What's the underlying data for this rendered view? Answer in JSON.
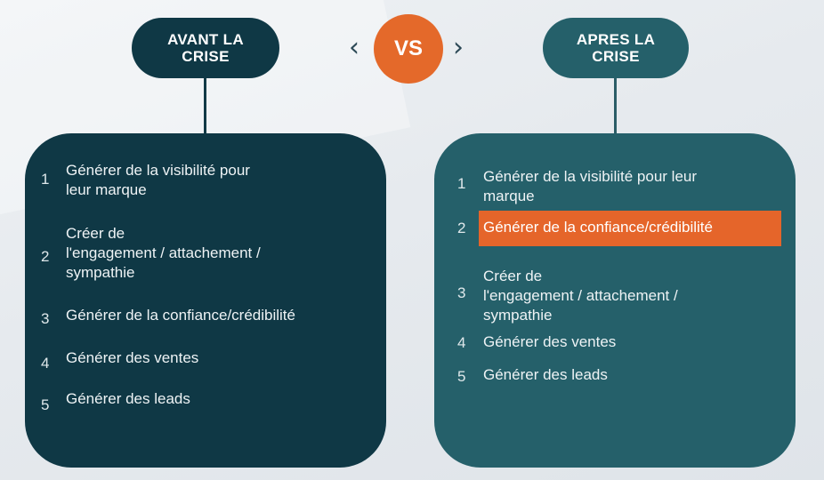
{
  "header": {
    "left_label": "AVANT LA\nCRISE",
    "right_label": "APRES LA\nCRISE",
    "vs_label": "VS",
    "prev_symbol": "‹",
    "next_symbol": "›"
  },
  "left_panel": {
    "items": [
      {
        "num": "1",
        "text": "Générer de la visibilité pour\nleur marque"
      },
      {
        "num": "2",
        "text": "Créer de\nl'engagement / attachement /\nsympathie"
      },
      {
        "num": "3",
        "text": "Générer de la confiance/crédibilité"
      },
      {
        "num": "4",
        "text": "Générer des ventes"
      },
      {
        "num": "5",
        "text": "Générer des leads"
      }
    ]
  },
  "right_panel": {
    "highlight_index": 2,
    "items": [
      {
        "num": "1",
        "text": "Générer de la visibilité pour leur\nmarque"
      },
      {
        "num": "2",
        "text": "Générer de la confiance/crédibilité"
      },
      {
        "num": "3",
        "text": "Créer de\nl'engagement / attachement /\n sympathie"
      },
      {
        "num": "4",
        "text": "Générer des ventes"
      },
      {
        "num": "5",
        "text": "Générer des leads"
      }
    ]
  },
  "colors": {
    "dark_teal": "#0f3845",
    "mid_teal": "#25606a",
    "accent_orange": "#e4692a"
  }
}
